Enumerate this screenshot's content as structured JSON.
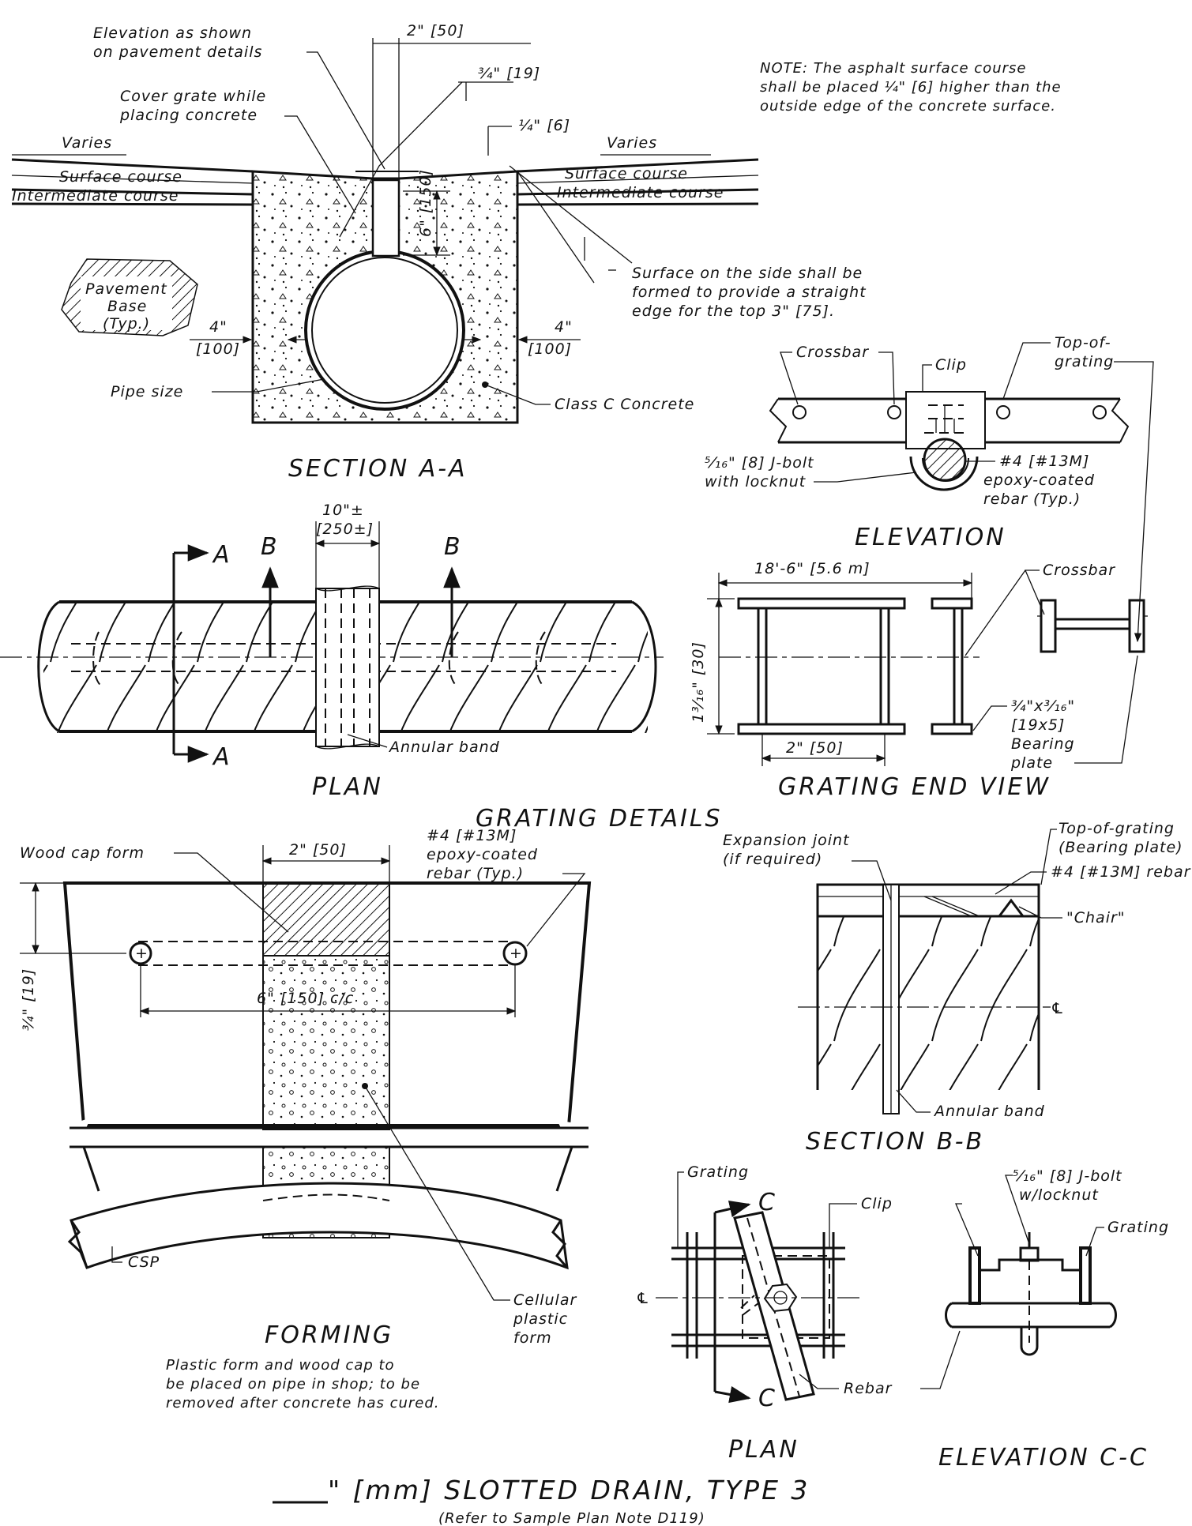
{
  "labels": {
    "elevation_shown_1": "Elevation as shown",
    "elevation_shown_2": "on pavement details",
    "cover_grate_1": "Cover grate while",
    "cover_grate_2": "placing concrete",
    "dim_2in_50": "2\" [50]",
    "dim_3_4_19": "¾\" [19]",
    "dim_1_4_6": "¼\" [6]",
    "dim_6_150": "6\" [150]",
    "varies_left": "Varies",
    "varies_right": "Varies",
    "surface_course_left": "Surface course",
    "intermediate_course_left": "Intermediate course",
    "surface_course_right": "Surface course",
    "intermediate_course_right": "Intermediate course",
    "pavement_base_1": "Pavement",
    "pavement_base_2": "Base",
    "pavement_base_3": "(Typ.)",
    "dim_4_100_left_1": "4\"",
    "dim_4_100_left_2": "[100]",
    "dim_4_100_right_1": "4\"",
    "dim_4_100_right_2": "[100]",
    "pipe_size": "Pipe size",
    "class_c_concrete": "Class C Concrete",
    "surface_side_1": "Surface on the side shall be",
    "surface_side_2": "formed to provide a straight",
    "surface_side_3": "edge for the top 3\" [75].",
    "note_1": "NOTE:  The asphalt surface course",
    "note_2": "shall be placed ¼\" [6] higher than the",
    "note_3": "outside edge of the concrete surface.",
    "section_aa": "SECTION A-A",
    "crossbar_elev": "Crossbar",
    "clip_elev": "Clip",
    "top_of_1": "Top-of-",
    "top_of_2": "grating",
    "jbolt_1": "⁵⁄₁₆\" [8] J-bolt",
    "jbolt_2": "with locknut",
    "rebar_1": "#4 [#13M]",
    "rebar_2": "epoxy-coated",
    "rebar_3": "rebar (Typ.)",
    "elevation": "ELEVATION",
    "dim_10_1": "10\"±",
    "dim_10_2": "[250±]",
    "cut_a_top": "A",
    "cut_a_bottom": "A",
    "cut_b_left": "B",
    "cut_b_right": "B",
    "annular_band_plan": "Annular band",
    "plan": "PLAN",
    "dim_18_6": "18'-6\" [5.6 m]",
    "crossbar_gev": "Crossbar",
    "dim_1_3_16": "1³⁄₁₆\" [30]",
    "dim_2_50_gev": "2\" [50]",
    "bearing_1": "¾\"x³⁄₁₆\"",
    "bearing_2": "[19x5]",
    "bearing_3": "Bearing",
    "bearing_4": "plate",
    "grating_end_view": "GRATING END VIEW",
    "grating_details": "GRATING DETAILS",
    "wood_cap_form": "Wood cap form",
    "dim_2_50_form": "2\" [50]",
    "rebar_form_1": "#4 [#13M]",
    "rebar_form_2": "epoxy-coated",
    "rebar_form_3": "rebar (Typ.)",
    "dim_3_4_form": "¾\" [19]",
    "dim_6_150_cc": "6\" [150] c/c",
    "csp": "CSP",
    "cellular_1": "Cellular",
    "cellular_2": "plastic",
    "cellular_3": "form",
    "forming": "FORMING",
    "forming_note_1": "Plastic form and wood cap to",
    "forming_note_2": "be placed on pipe in shop; to be",
    "forming_note_3": "removed after concrete has cured.",
    "top_grating_bb_1": "Top-of-grating",
    "top_grating_bb_2": "(Bearing plate)",
    "expansion_1": "Expansion joint",
    "expansion_2": "(if required)",
    "rebar_bb": "#4 [#13M] rebar",
    "chair": "\"Chair\"",
    "centerline_bb": "℄",
    "annular_band_bb": "Annular band",
    "section_bb": "SECTION B-B",
    "grating_plan": "Grating",
    "cut_c_top": "C",
    "cut_c_bottom": "C",
    "clip_plan": "Clip",
    "centerline_plan": "℄",
    "rebar_plan": "Rebar",
    "plan_small": "PLAN",
    "jbolt_cc_1": "⁵⁄₁₆\" [8] J-bolt",
    "jbolt_cc_2": "w/locknut",
    "grating_cc": "Grating",
    "elevation_cc": "ELEVATION C-C",
    "title_prefix": "\" [mm] SLOTTED DRAIN, TYPE 3",
    "subtitle": "(Refer to Sample Plan Note D119)"
  }
}
